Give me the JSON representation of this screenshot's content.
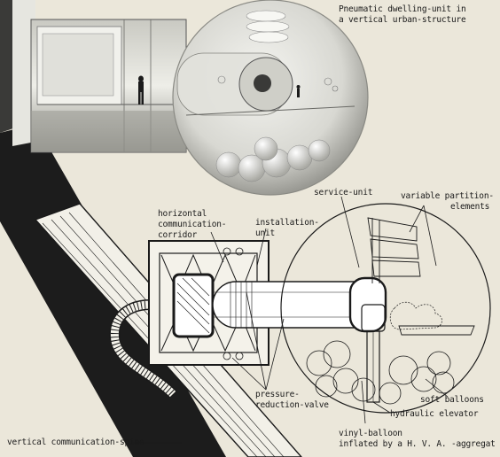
{
  "caption": {
    "line1": "Pneumatic dwelling-unit in",
    "line2": "a vertical urban-structure"
  },
  "labels": {
    "horizontal_corridor": {
      "line1": "horizontal",
      "line2": "communication-",
      "line3": "corridor"
    },
    "installation_unit": {
      "line1": "installation-",
      "line2": "unit"
    },
    "service_unit": "service-unit",
    "variable_partition": {
      "line1": "variable partition-",
      "line2": "elements"
    },
    "pressure_valve": {
      "line1": "pressure-",
      "line2": "reduction-valve"
    },
    "soft_balloons": "soft balloons",
    "hydraulic_elevator": "hydraulic elevator",
    "vinyl_balloon": {
      "line1": "vinyl-balloon",
      "line2": "inflated by a H. V. A. -aggregat"
    },
    "vertical_spine": "vertical communication-spine"
  },
  "colors": {
    "paper": "#ebe7da",
    "ink": "#1a1a1a",
    "photo_dark": "#1c1c1c"
  }
}
